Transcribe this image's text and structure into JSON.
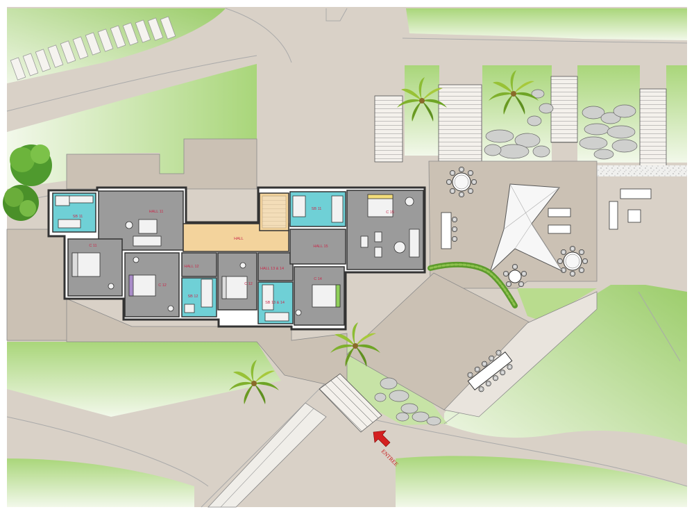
{
  "plan": {
    "rooms": {
      "hall_11": "HALL 11",
      "sb_11_left": "SB 11",
      "c11": "C 11",
      "c12": "C 12",
      "hall_12": "HALL 12",
      "sb_12": "SB 12",
      "hall": "HALL",
      "c_mid": "C 12",
      "hall_13_14": "HALL 13 & 14",
      "sb_13_14": "SB 13 & 14",
      "c14": "C 14",
      "sb_11_right": "SB 11",
      "hall_15": "HALL 15",
      "c15": "C 15"
    },
    "entrance_label": "ENTREE",
    "colors": {
      "lawn": "#b9dc8e",
      "lawn_light": "#eef6e4",
      "paving": "#d9d1c7",
      "terrace": "#cabfb0",
      "room_floor": "#9b9b9b",
      "hall_floor": "#f3d39c",
      "bathroom": "#6fd0d6",
      "label": "#c8284a",
      "entrance_arrow": "#d42020"
    }
  }
}
